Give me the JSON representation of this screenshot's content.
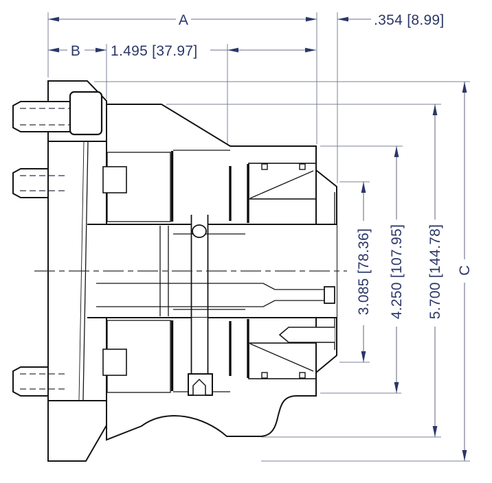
{
  "drawing": {
    "view": "section-view",
    "colors": {
      "background": "#ffffff",
      "outline": "#141414",
      "hatch": "#4a5066",
      "dimension_line": "#6b7186",
      "dimension_text": "#2b3768"
    }
  },
  "dimensions": {
    "a": {
      "label": "A"
    },
    "b": {
      "label": "B"
    },
    "width_1495": {
      "label": "1.495 [37.97]"
    },
    "offset_354": {
      "label": ".354 [8.99]"
    },
    "dia_3085": {
      "label": "3.085 [78.36]"
    },
    "dia_4250": {
      "label": "4.250 [107.95]"
    },
    "dia_5700": {
      "label": "5.700 [144.78]"
    },
    "c": {
      "label": "C"
    }
  }
}
